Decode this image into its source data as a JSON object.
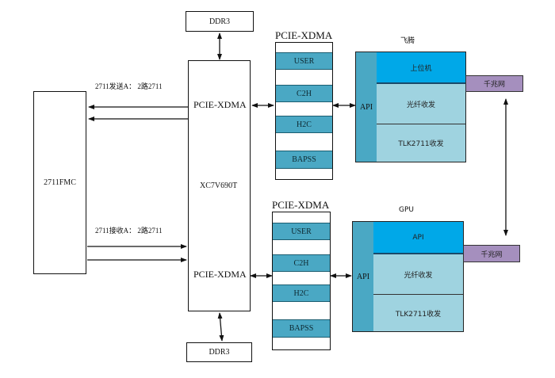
{
  "fpga": {
    "chip_label": "XC7V690T",
    "pcie_upper_label": "PCIE-XDMA",
    "pcie_lower_label": "PCIE-XDMA"
  },
  "ddr_top": "DDR3",
  "ddr_bottom": "DDR3",
  "fmc": {
    "label": "2711FMC",
    "send_label": "2711发送A： 2路2711",
    "recv_label": "2711接收A： 2路2711"
  },
  "xdma_upper": {
    "title": "PCIE-XDMA",
    "segments": [
      "USER",
      "C2H",
      "H2C",
      "BAPSS"
    ]
  },
  "xdma_lower": {
    "title": "PCIE-XDMA",
    "segments": [
      "USER",
      "C2H",
      "H2C",
      "BAPSS"
    ]
  },
  "host_upper": {
    "title": "飞腾",
    "api_label": "API",
    "top_cell": "上位机",
    "mid_cell": "光纤收发",
    "bot_cell": "TLK2711收发",
    "network_label": "千兆网"
  },
  "host_lower": {
    "title": "GPU",
    "api_label": "API",
    "top_cell": "API",
    "mid_cell": "光纤收发",
    "bot_cell": "TLK2711收发",
    "network_label": "千兆网"
  },
  "colors": {
    "xdma_segment": "#4aa8c4",
    "host_top": "#00a8e8",
    "host_cells": "#9fd3e0",
    "network": "#a58fbe"
  }
}
